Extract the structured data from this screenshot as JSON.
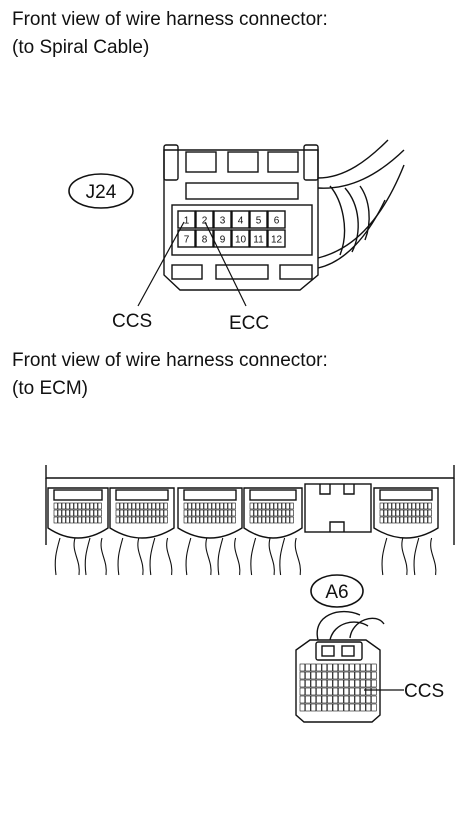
{
  "captions": {
    "spiral_line1": "Front view of wire harness connector:",
    "spiral_line2": "(to Spiral Cable)",
    "ecm_line1": "Front view of wire harness connector:",
    "ecm_line2": "(to ECM)"
  },
  "connector_j24": {
    "id": "J24",
    "pins": [
      "1",
      "2",
      "3",
      "4",
      "5",
      "6",
      "7",
      "8",
      "9",
      "10",
      "11",
      "12"
    ],
    "callouts": {
      "ccs": "CCS",
      "ecc": "ECC"
    }
  },
  "connector_a6": {
    "id": "A6",
    "callout": "CCS"
  }
}
